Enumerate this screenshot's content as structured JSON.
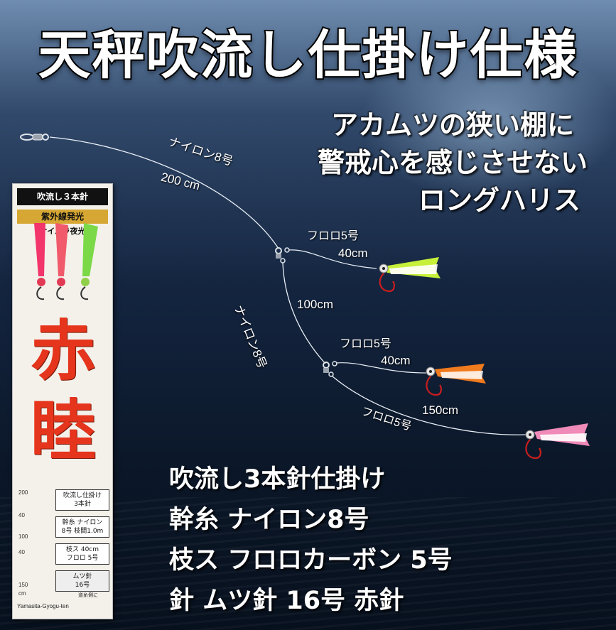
{
  "title": "天秤吹流し仕掛け仕様",
  "tagline": {
    "line1": "アカムツの狭い棚に",
    "line2": "警戒心を感じさせない",
    "line3": "ロングハリス"
  },
  "diagram": {
    "main_line_label": "ナイロン8号",
    "main_length": "200 cm",
    "branch1_material": "フロロ5号",
    "branch1_length": "40cm",
    "middle_line_label": "ナイロン8号",
    "middle_length": "100cm",
    "branch2_material": "フロロ5号",
    "branch2_length": "40cm",
    "tail_length": "150cm",
    "tail_material": "フロロ5号"
  },
  "specs": {
    "line1": "吹流し3本針仕掛け",
    "line2": "幹糸 ナイロン8号",
    "line3": "枝ス フロロカーボン 5号",
    "line4": "針 ムツ針 16号 赤針"
  },
  "package": {
    "top": "吹流し３本針",
    "band": "紫外線発光",
    "sub": "ケイムラ夜光",
    "kanji1": "赤",
    "kanji2": "睦",
    "box1_line1": "吹流し仕掛け",
    "box1_line2": "3本針",
    "box2_line1": "幹糸 ナイロン",
    "box2_line2": "8号 枝間1.0m",
    "box3_line1": "枝ス",
    "box3_line2": "フロロ",
    "box3_val1": "40cm",
    "box3_val2": "5号",
    "box4_line1": "ムツ針",
    "box4_line2": "16号",
    "ruler_200": "200",
    "ruler_40a": "40",
    "ruler_100": "100",
    "ruler_40b": "40",
    "ruler_150": "150",
    "ruler_cm": "cm",
    "brand": "Yamasita-Gyogu-ten",
    "note": "道糸側に"
  },
  "colors": {
    "lure_green": "#c6f03a",
    "lure_orange": "#f07a1e",
    "lure_pink": "#f08ab8",
    "hook_red": "#c81e1e",
    "kanji_red": "#e5351c"
  }
}
